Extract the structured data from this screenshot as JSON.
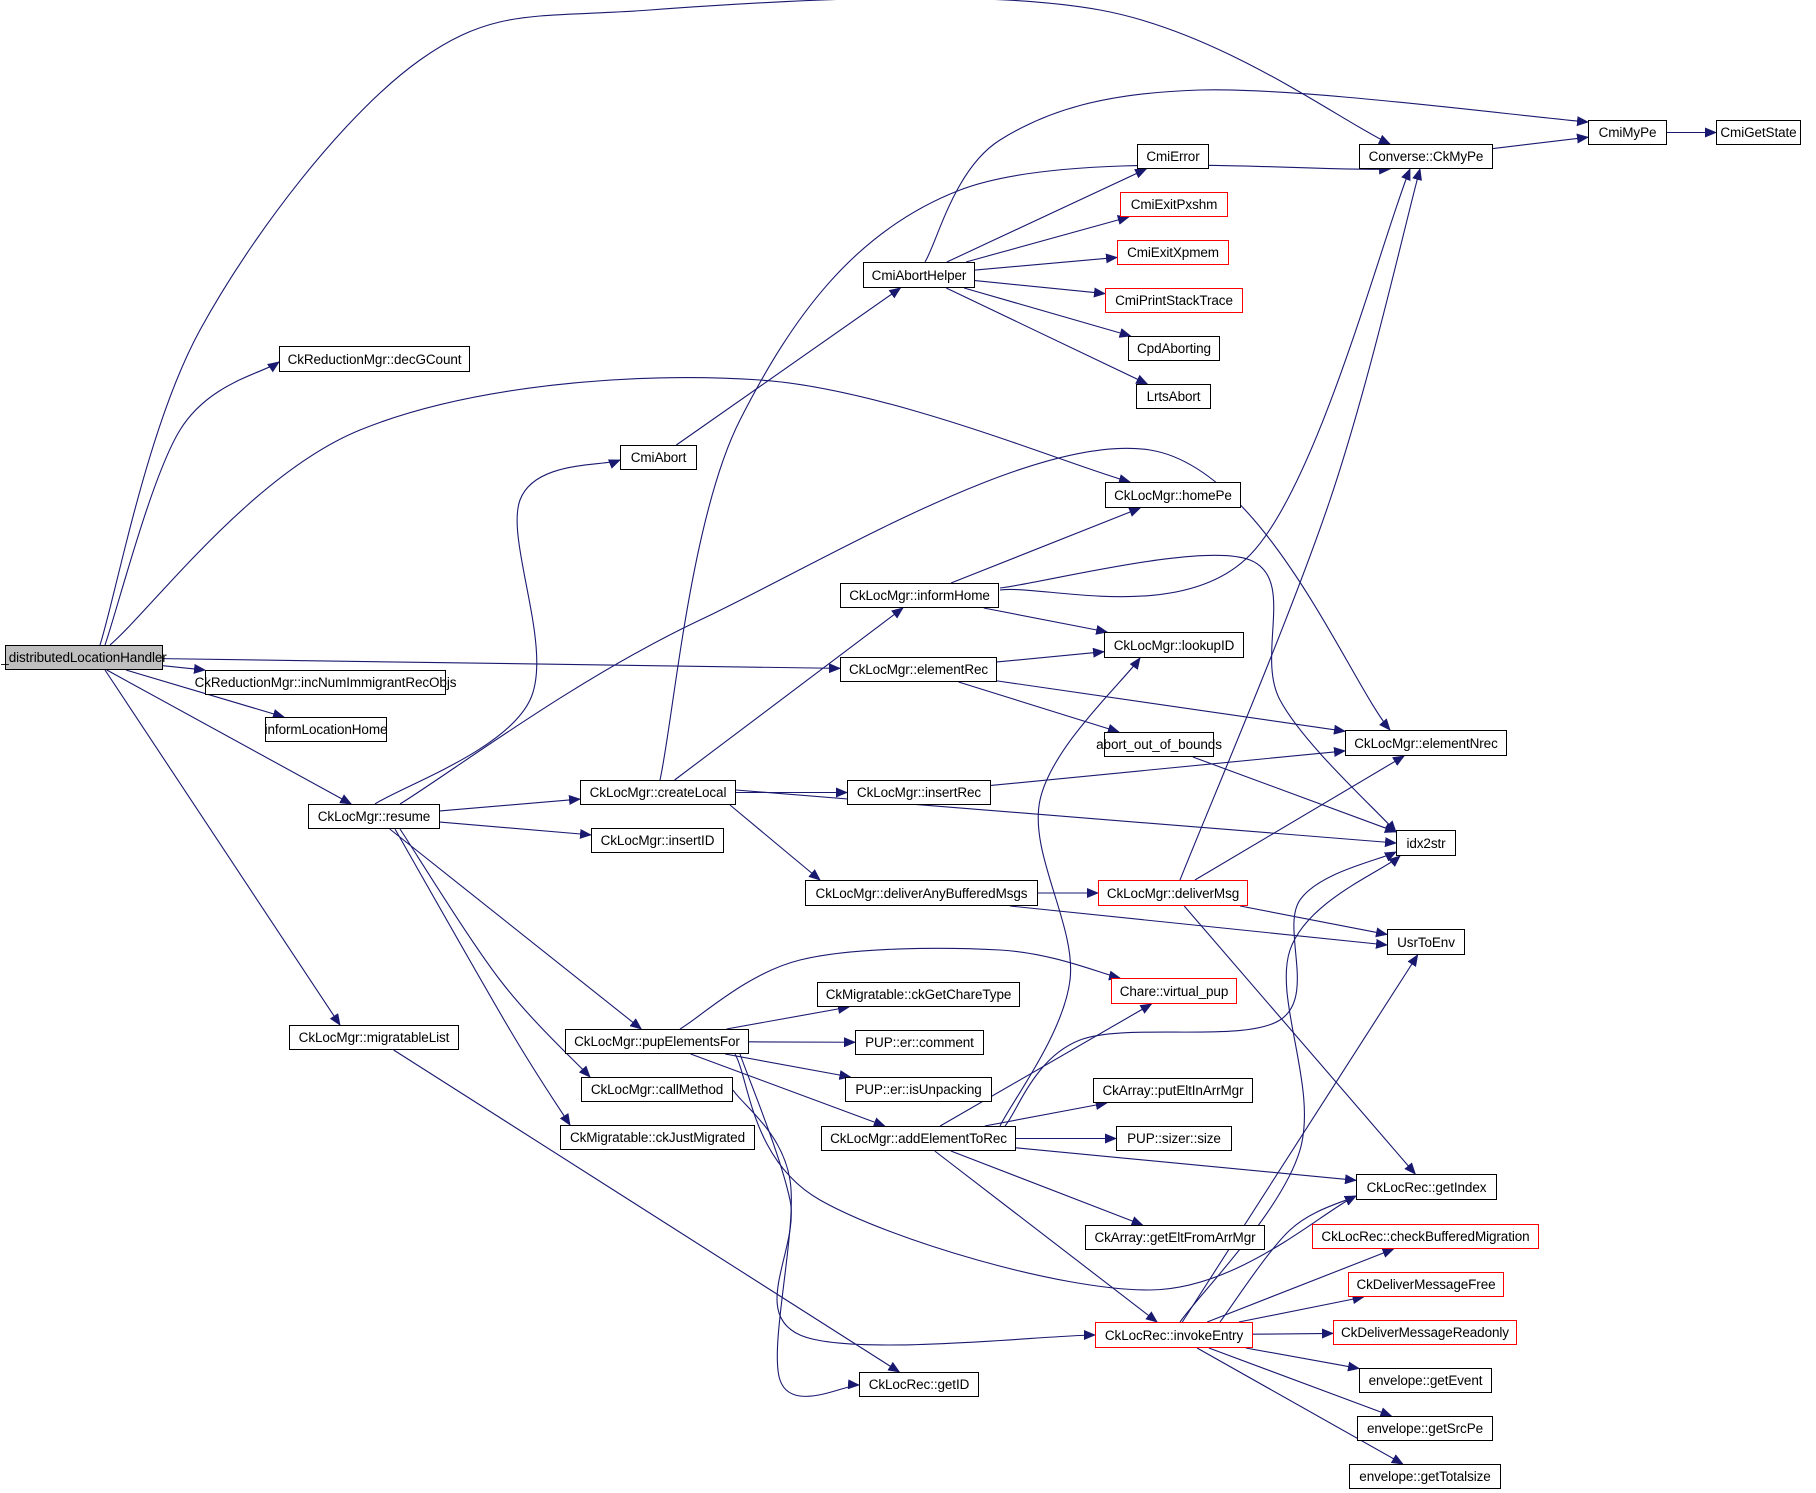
{
  "diagram": {
    "type": "call-graph",
    "colors": {
      "edge": "#191970",
      "node_border": "#000000",
      "truncated_border": "#ff0000",
      "root_fill": "#bfbfbf"
    },
    "nodes": [
      {
        "id": "root",
        "label": "_distributedLocationHandler",
        "kind": "root"
      },
      {
        "id": "decGCount",
        "label": "CkReductionMgr::decGCount",
        "kind": "normal"
      },
      {
        "id": "incNum",
        "label": "CkReductionMgr::incNumImmigrantRecObjs",
        "kind": "normal"
      },
      {
        "id": "informLocationHome",
        "label": "informLocationHome",
        "kind": "normal"
      },
      {
        "id": "resume",
        "label": "CkLocMgr::resume",
        "kind": "normal"
      },
      {
        "id": "migratableList",
        "label": "CkLocMgr::migratableList",
        "kind": "normal"
      },
      {
        "id": "CmiAbort",
        "label": "CmiAbort",
        "kind": "normal"
      },
      {
        "id": "createLocal",
        "label": "CkLocMgr::createLocal",
        "kind": "normal"
      },
      {
        "id": "insertID",
        "label": "CkLocMgr::insertID",
        "kind": "normal"
      },
      {
        "id": "pupElementsFor",
        "label": "CkLocMgr::pupElementsFor",
        "kind": "normal"
      },
      {
        "id": "callMethod",
        "label": "CkLocMgr::callMethod",
        "kind": "normal"
      },
      {
        "id": "ckJustMigrated",
        "label": "CkMigratable::ckJustMigrated",
        "kind": "normal"
      },
      {
        "id": "CmiAbortHelper",
        "label": "CmiAbortHelper",
        "kind": "normal"
      },
      {
        "id": "informHome",
        "label": "CkLocMgr::informHome",
        "kind": "normal"
      },
      {
        "id": "elementRec",
        "label": "CkLocMgr::elementRec",
        "kind": "normal"
      },
      {
        "id": "insertRec",
        "label": "CkLocMgr::insertRec",
        "kind": "normal"
      },
      {
        "id": "deliverAny",
        "label": "CkLocMgr::deliverAnyBufferedMsgs",
        "kind": "normal"
      },
      {
        "id": "ckGetChareType",
        "label": "CkMigratable::ckGetChareType",
        "kind": "normal"
      },
      {
        "id": "comment",
        "label": "PUP::er::comment",
        "kind": "normal"
      },
      {
        "id": "isUnpacking",
        "label": "PUP::er::isUnpacking",
        "kind": "normal"
      },
      {
        "id": "addElementToRec",
        "label": "CkLocMgr::addElementToRec",
        "kind": "normal"
      },
      {
        "id": "getEltFromArrMgr",
        "label": "CkArray::getEltFromArrMgr",
        "kind": "normal"
      },
      {
        "id": "getID",
        "label": "CkLocRec::getID",
        "kind": "normal"
      },
      {
        "id": "invokeEntry",
        "label": "CkLocRec::invokeEntry",
        "kind": "truncated"
      },
      {
        "id": "virtual_pup",
        "label": "Chare::virtual_pup",
        "kind": "truncated"
      },
      {
        "id": "putEltInArrMgr",
        "label": "CkArray::putEltInArrMgr",
        "kind": "normal"
      },
      {
        "id": "sizerSize",
        "label": "PUP::sizer::size",
        "kind": "normal"
      },
      {
        "id": "CmiError",
        "label": "CmiError",
        "kind": "normal"
      },
      {
        "id": "CmiExitPxshm",
        "label": "CmiExitPxshm",
        "kind": "truncated"
      },
      {
        "id": "CmiExitXpmem",
        "label": "CmiExitXpmem",
        "kind": "truncated"
      },
      {
        "id": "CmiPrintStackTrace",
        "label": "CmiPrintStackTrace",
        "kind": "truncated"
      },
      {
        "id": "CpdAborting",
        "label": "CpdAborting",
        "kind": "normal"
      },
      {
        "id": "LrtsAbort",
        "label": "LrtsAbort",
        "kind": "normal"
      },
      {
        "id": "homePe",
        "label": "CkLocMgr::homePe",
        "kind": "normal"
      },
      {
        "id": "lookupID",
        "label": "CkLocMgr::lookupID",
        "kind": "normal"
      },
      {
        "id": "abortOOB",
        "label": "abort_out_of_bounds",
        "kind": "normal"
      },
      {
        "id": "deliverMsg",
        "label": "CkLocMgr::deliverMsg",
        "kind": "truncated"
      },
      {
        "id": "CkMyPe",
        "label": "Converse::CkMyPe",
        "kind": "normal"
      },
      {
        "id": "CmiMyPe",
        "label": "CmiMyPe",
        "kind": "normal"
      },
      {
        "id": "CmiGetState",
        "label": "CmiGetState",
        "kind": "normal"
      },
      {
        "id": "elementNrec",
        "label": "CkLocMgr::elementNrec",
        "kind": "normal"
      },
      {
        "id": "idx2str",
        "label": "idx2str",
        "kind": "normal"
      },
      {
        "id": "UsrToEnv",
        "label": "UsrToEnv",
        "kind": "normal"
      },
      {
        "id": "getIndex",
        "label": "CkLocRec::getIndex",
        "kind": "normal"
      },
      {
        "id": "checkBuffered",
        "label": "CkLocRec::checkBufferedMigration",
        "kind": "truncated"
      },
      {
        "id": "deliverFree",
        "label": "CkDeliverMessageFree",
        "kind": "truncated"
      },
      {
        "id": "deliverReadonly",
        "label": "CkDeliverMessageReadonly",
        "kind": "truncated"
      },
      {
        "id": "getEvent",
        "label": "envelope::getEvent",
        "kind": "normal"
      },
      {
        "id": "getSrcPe",
        "label": "envelope::getSrcPe",
        "kind": "normal"
      },
      {
        "id": "getTotalsize",
        "label": "envelope::getTotalsize",
        "kind": "normal"
      }
    ],
    "edges": [
      {
        "from": "root",
        "to": "CkMyPe"
      },
      {
        "from": "root",
        "to": "decGCount"
      },
      {
        "from": "root",
        "to": "homePe"
      },
      {
        "from": "root",
        "to": "elementRec"
      },
      {
        "from": "root",
        "to": "incNum"
      },
      {
        "from": "root",
        "to": "informLocationHome"
      },
      {
        "from": "root",
        "to": "resume"
      },
      {
        "from": "root",
        "to": "migratableList"
      },
      {
        "from": "resume",
        "to": "CmiAbort"
      },
      {
        "from": "resume",
        "to": "elementNrec"
      },
      {
        "from": "resume",
        "to": "createLocal"
      },
      {
        "from": "resume",
        "to": "insertID"
      },
      {
        "from": "resume",
        "to": "pupElementsFor"
      },
      {
        "from": "resume",
        "to": "callMethod"
      },
      {
        "from": "resume",
        "to": "ckJustMigrated"
      },
      {
        "from": "migratableList",
        "to": "getID"
      },
      {
        "from": "CmiAbort",
        "to": "CmiAbortHelper"
      },
      {
        "from": "CmiAbortHelper",
        "to": "CmiMyPe"
      },
      {
        "from": "CmiAbortHelper",
        "to": "CmiError"
      },
      {
        "from": "CmiAbortHelper",
        "to": "CmiExitPxshm"
      },
      {
        "from": "CmiAbortHelper",
        "to": "CmiExitXpmem"
      },
      {
        "from": "CmiAbortHelper",
        "to": "CmiPrintStackTrace"
      },
      {
        "from": "CmiAbortHelper",
        "to": "CpdAborting"
      },
      {
        "from": "CmiAbortHelper",
        "to": "LrtsAbort"
      },
      {
        "from": "createLocal",
        "to": "CkMyPe"
      },
      {
        "from": "createLocal",
        "to": "informHome"
      },
      {
        "from": "createLocal",
        "to": "insertRec"
      },
      {
        "from": "createLocal",
        "to": "idx2str"
      },
      {
        "from": "createLocal",
        "to": "deliverAny"
      },
      {
        "from": "informHome",
        "to": "homePe"
      },
      {
        "from": "informHome",
        "to": "CkMyPe"
      },
      {
        "from": "informHome",
        "to": "lookupID"
      },
      {
        "from": "informHome",
        "to": "idx2str"
      },
      {
        "from": "elementRec",
        "to": "lookupID"
      },
      {
        "from": "elementRec",
        "to": "abortOOB"
      },
      {
        "from": "elementRec",
        "to": "elementNrec"
      },
      {
        "from": "abortOOB",
        "to": "idx2str"
      },
      {
        "from": "insertRec",
        "to": "elementNrec"
      },
      {
        "from": "deliverAny",
        "to": "deliverMsg"
      },
      {
        "from": "deliverAny",
        "to": "UsrToEnv"
      },
      {
        "from": "deliverMsg",
        "to": "CkMyPe"
      },
      {
        "from": "deliverMsg",
        "to": "elementNrec"
      },
      {
        "from": "deliverMsg",
        "to": "UsrToEnv"
      },
      {
        "from": "deliverMsg",
        "to": "getIndex"
      },
      {
        "from": "pupElementsFor",
        "to": "virtual_pup"
      },
      {
        "from": "pupElementsFor",
        "to": "ckGetChareType"
      },
      {
        "from": "pupElementsFor",
        "to": "comment"
      },
      {
        "from": "pupElementsFor",
        "to": "isUnpacking"
      },
      {
        "from": "pupElementsFor",
        "to": "addElementToRec"
      },
      {
        "from": "pupElementsFor",
        "to": "getIndex"
      },
      {
        "from": "pupElementsFor",
        "to": "invokeEntry"
      },
      {
        "from": "callMethod",
        "to": "getID"
      },
      {
        "from": "addElementToRec",
        "to": "lookupID"
      },
      {
        "from": "addElementToRec",
        "to": "virtual_pup"
      },
      {
        "from": "addElementToRec",
        "to": "idx2str"
      },
      {
        "from": "addElementToRec",
        "to": "putEltInArrMgr"
      },
      {
        "from": "addElementToRec",
        "to": "sizerSize"
      },
      {
        "from": "addElementToRec",
        "to": "getIndex"
      },
      {
        "from": "addElementToRec",
        "to": "getEltFromArrMgr"
      },
      {
        "from": "addElementToRec",
        "to": "invokeEntry"
      },
      {
        "from": "invokeEntry",
        "to": "idx2str"
      },
      {
        "from": "invokeEntry",
        "to": "UsrToEnv"
      },
      {
        "from": "invokeEntry",
        "to": "getIndex"
      },
      {
        "from": "invokeEntry",
        "to": "checkBuffered"
      },
      {
        "from": "invokeEntry",
        "to": "deliverFree"
      },
      {
        "from": "invokeEntry",
        "to": "deliverReadonly"
      },
      {
        "from": "invokeEntry",
        "to": "getEvent"
      },
      {
        "from": "invokeEntry",
        "to": "getSrcPe"
      },
      {
        "from": "invokeEntry",
        "to": "getTotalsize"
      },
      {
        "from": "CkMyPe",
        "to": "CmiMyPe"
      },
      {
        "from": "CmiMyPe",
        "to": "CmiGetState"
      }
    ]
  }
}
